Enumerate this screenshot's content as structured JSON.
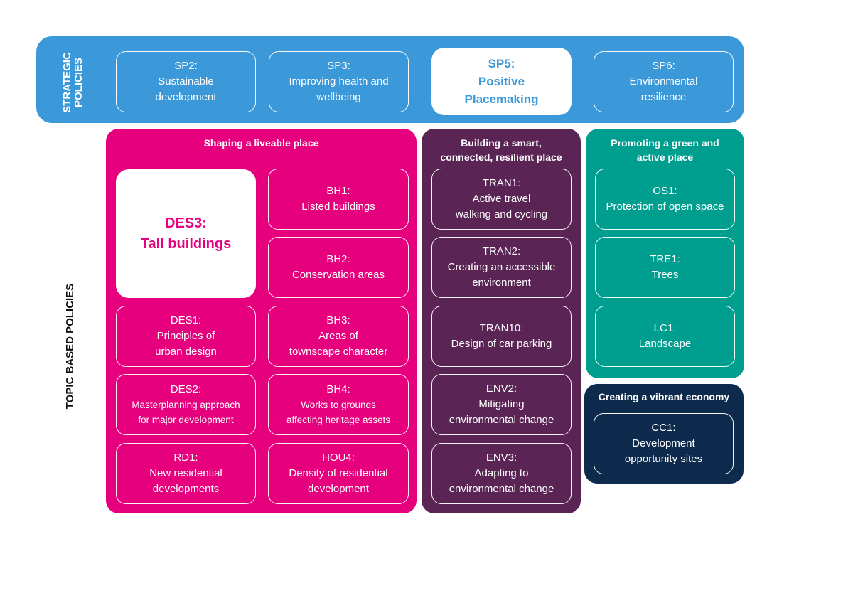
{
  "strategic": {
    "label_line1": "STRATEGIC",
    "label_line2": "POLICIES",
    "items": [
      {
        "code": "SP2:",
        "desc": "Sustainable\ndevelopment"
      },
      {
        "code": "SP3:",
        "desc": "Improving health and\nwellbeing"
      },
      {
        "code": "SP5:",
        "desc": "Positive\nPlacemaking"
      },
      {
        "code": "SP6:",
        "desc": "Environmental\nresilience"
      }
    ]
  },
  "topic_label": "TOPIC BASED POLICIES",
  "groups": {
    "liveable": {
      "title": "Shaping a liveable place",
      "items": [
        {
          "code": "DES3:",
          "desc": "Tall buildings"
        },
        {
          "code": "BH1:",
          "desc": "Listed buildings"
        },
        {
          "code": "BH2:",
          "desc": "Conservation areas"
        },
        {
          "code": "DES1:",
          "desc": "Principles of\nurban design"
        },
        {
          "code": "BH3:",
          "desc": "Areas of\ntownscape character"
        },
        {
          "code": "DES2:",
          "desc": "Masterplanning approach\nfor major development"
        },
        {
          "code": "BH4:",
          "desc": "Works to grounds\naffecting heritage assets"
        },
        {
          "code": "RD1:",
          "desc": "New residential\ndevelopments"
        },
        {
          "code": "HOU4:",
          "desc": "Density of residential\ndevelopment"
        }
      ]
    },
    "smart": {
      "title": "Building a smart,\nconnected, resilient place",
      "items": [
        {
          "code": "TRAN1:",
          "desc": "Active travel\nwalking and cycling"
        },
        {
          "code": "TRAN2:",
          "desc": "Creating an accessible\nenvironment"
        },
        {
          "code": "TRAN10:",
          "desc": "Design of car parking"
        },
        {
          "code": "ENV2:",
          "desc": "Mitigating\nenvironmental change"
        },
        {
          "code": "ENV3:",
          "desc": "Adapting to\nenvironmental change"
        }
      ]
    },
    "green": {
      "title": "Promoting a green and\nactive place",
      "items": [
        {
          "code": "OS1:",
          "desc": "Protection of open space"
        },
        {
          "code": "TRE1:",
          "desc": "Trees"
        },
        {
          "code": "LC1:",
          "desc": "Landscape"
        }
      ]
    },
    "economy": {
      "title": "Creating a vibrant economy",
      "items": [
        {
          "code": "CC1:",
          "desc": "Development\nopportunity sites"
        }
      ]
    }
  },
  "colors": {
    "strategic_blue": "#3b99d9",
    "liveable_pink": "#e6007e",
    "smart_purple": "#5a2455",
    "green_teal": "#009e8f",
    "economy_navy": "#0e2a4d"
  }
}
